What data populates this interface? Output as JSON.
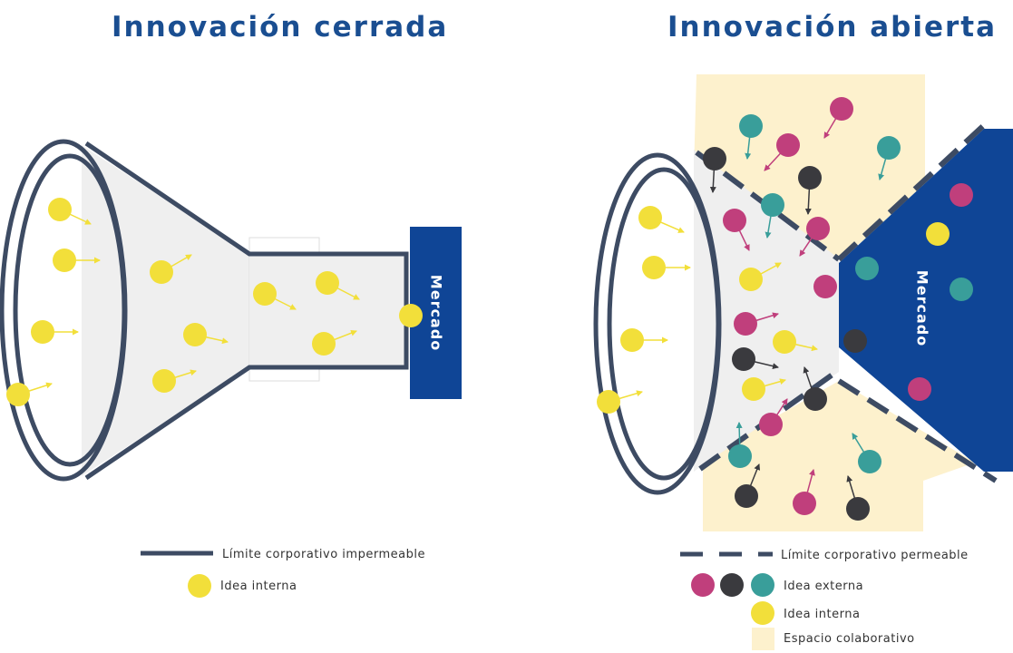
{
  "titles": {
    "closed": "Innovación cerrada",
    "open": "Innovación abierta"
  },
  "market_label": "Mercado",
  "legend": {
    "closed_boundary": "Límite corporativo impermeable",
    "closed_idea": "Idea interna",
    "open_boundary": "Límite corporativo permeable",
    "external_idea": "Idea externa",
    "internal_idea": "Idea interna",
    "collab_space": "Espacio colaborativo"
  },
  "colors": {
    "title": "#1a4e91",
    "navy": "#0f4596",
    "outline": "#3d4b63",
    "funnel_fill": "#efefef",
    "yellow": "#f2df3a",
    "magenta": "#c03f7c",
    "teal": "#399e9a",
    "dark": "#3a3a3e",
    "collab": "#fdf1cd"
  }
}
